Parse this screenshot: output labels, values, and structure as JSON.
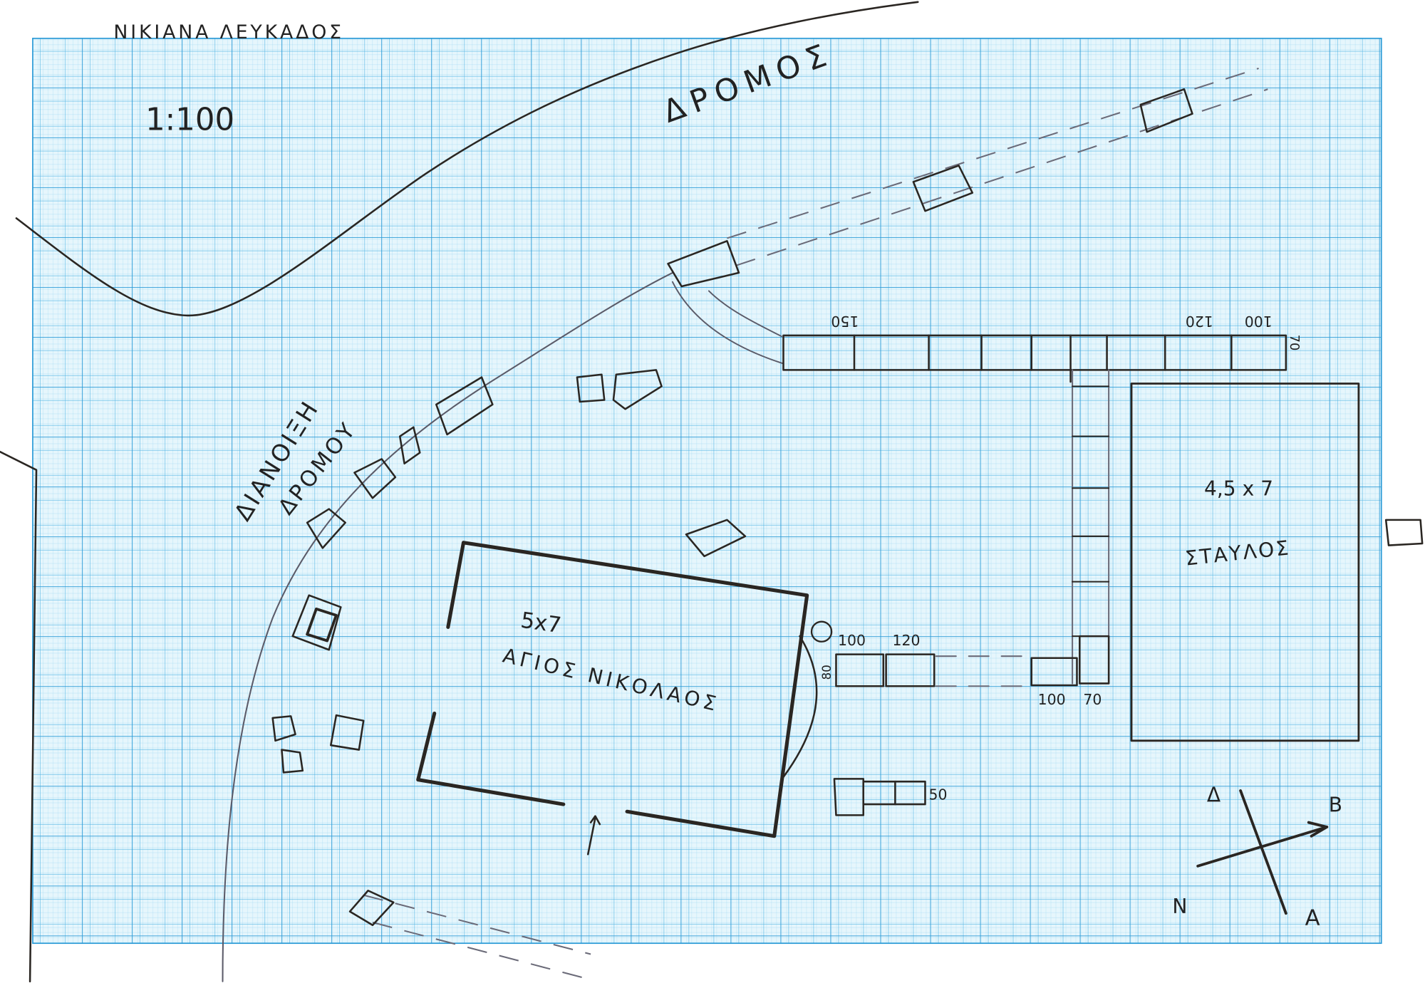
{
  "title": "ΝΙΚΙΑΝΑ ΛΕΥΚΑΔΟΣ",
  "scale": "1:100",
  "road_label": "ΔΡΟΜΟΣ",
  "new_road_label": [
    "ΔΙΑΝΟΙΞΗ",
    "ΔΡΟΜΟΥ"
  ],
  "church": {
    "dimensions": "5x7",
    "name": "ΑΓΙΟΣ ΝΙΚΟΛΑΟΣ"
  },
  "stable": {
    "dimensions": "4,5 x 7",
    "name": "ΣΤΑΥΛΟΣ"
  },
  "wall_top_labels": {
    "left": "150",
    "mid": "120",
    "right": "100",
    "height": "70"
  },
  "wall_bottom_labels": {
    "a": "100",
    "b": "120",
    "height": "80",
    "c": "100",
    "d": "70"
  },
  "blocks_label": "50",
  "compass": {
    "top": "Δ",
    "right": "Β",
    "left": "Ν",
    "bottom": "Α"
  },
  "colors": {
    "grid_major": "#2a9ad6",
    "grid_minor": "#8fd0ee",
    "paper": "#dff3fb",
    "ink": "#2a2622"
  }
}
